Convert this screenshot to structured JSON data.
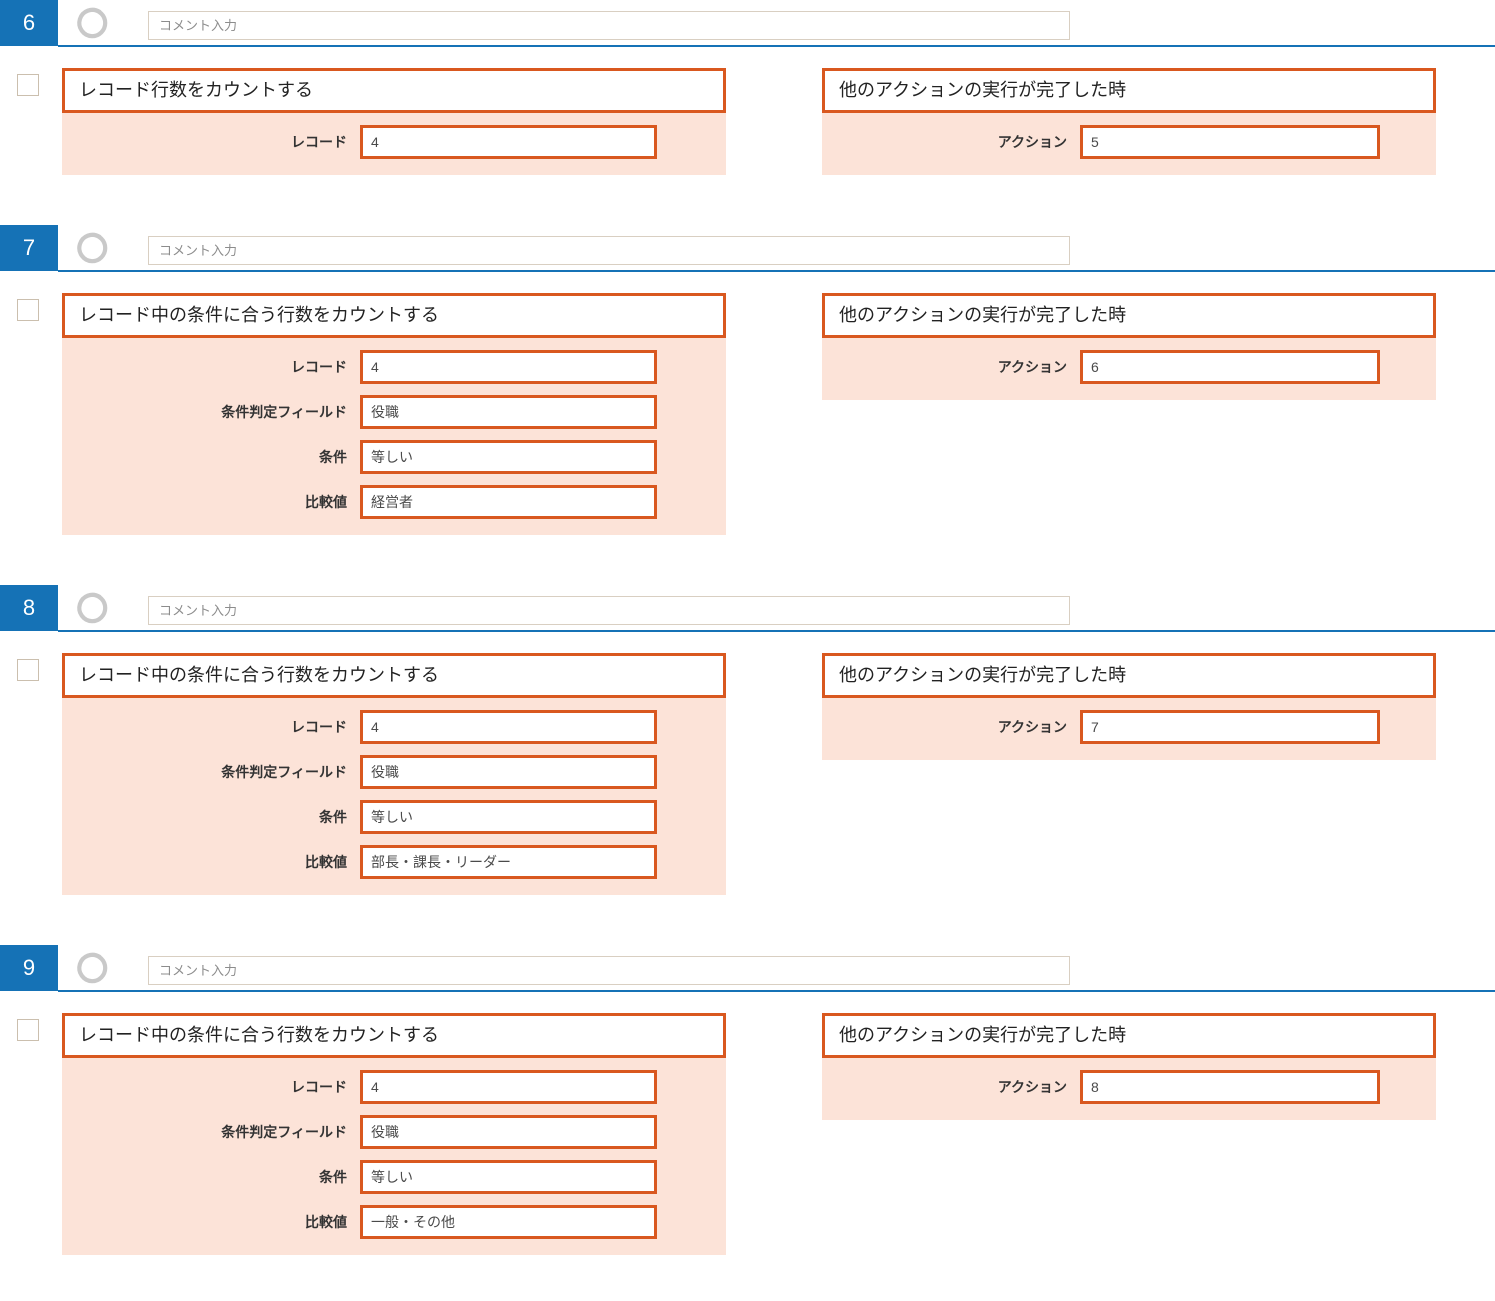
{
  "theme": {
    "badge_color": "#1572b6",
    "accent_border": "#d9581f",
    "panel_fill": "#fce3d8",
    "rule_color": "#1572b6",
    "input_border": "#d9cfc2"
  },
  "comment_placeholder": "コメント入力",
  "blocks": [
    {
      "step": "6",
      "comment": "",
      "left": {
        "title": "レコード行数をカウントする",
        "fields": [
          {
            "label": "レコード",
            "value": "4"
          }
        ]
      },
      "right": {
        "title": "他のアクションの実行が完了した時",
        "fields": [
          {
            "label": "アクション",
            "value": "5"
          }
        ]
      }
    },
    {
      "step": "7",
      "comment": "",
      "left": {
        "title": "レコード中の条件に合う行数をカウントする",
        "fields": [
          {
            "label": "レコード",
            "value": "4"
          },
          {
            "label": "条件判定フィールド",
            "value": "役職"
          },
          {
            "label": "条件",
            "value": "等しい"
          },
          {
            "label": "比較値",
            "value": "経営者"
          }
        ]
      },
      "right": {
        "title": "他のアクションの実行が完了した時",
        "fields": [
          {
            "label": "アクション",
            "value": "6"
          }
        ]
      }
    },
    {
      "step": "8",
      "comment": "",
      "left": {
        "title": "レコード中の条件に合う行数をカウントする",
        "fields": [
          {
            "label": "レコード",
            "value": "4"
          },
          {
            "label": "条件判定フィールド",
            "value": "役職"
          },
          {
            "label": "条件",
            "value": "等しい"
          },
          {
            "label": "比較値",
            "value": "部長・課長・リーダー"
          }
        ]
      },
      "right": {
        "title": "他のアクションの実行が完了した時",
        "fields": [
          {
            "label": "アクション",
            "value": "7"
          }
        ]
      }
    },
    {
      "step": "9",
      "comment": "",
      "left": {
        "title": "レコード中の条件に合う行数をカウントする",
        "fields": [
          {
            "label": "レコード",
            "value": "4"
          },
          {
            "label": "条件判定フィールド",
            "value": "役職"
          },
          {
            "label": "条件",
            "value": "等しい"
          },
          {
            "label": "比較値",
            "value": "一般・その他"
          }
        ]
      },
      "right": {
        "title": "他のアクションの実行が完了した時",
        "fields": [
          {
            "label": "アクション",
            "value": "8"
          }
        ]
      }
    }
  ]
}
